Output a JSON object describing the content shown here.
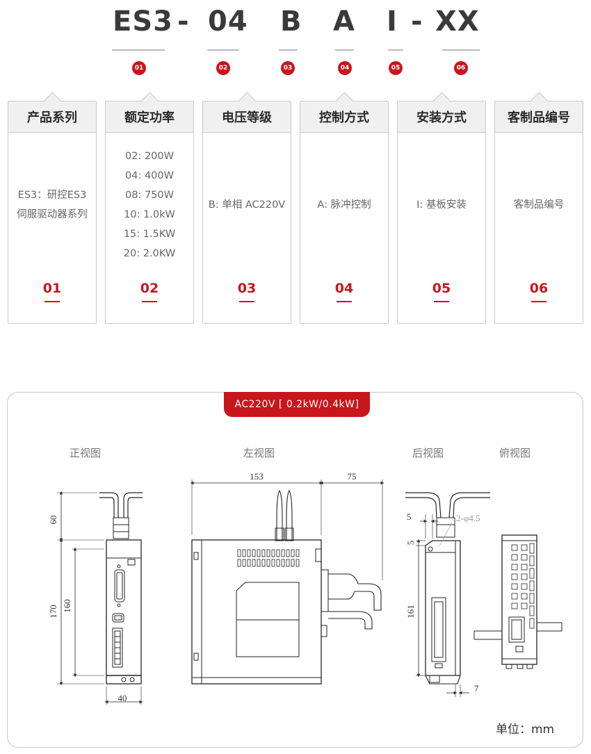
{
  "model_code": {
    "segments": [
      "ES3",
      "04",
      "B",
      "A",
      "I",
      "XX"
    ],
    "dashes": [
      "-",
      "-"
    ],
    "badges": [
      "01",
      "02",
      "03",
      "04",
      "05",
      "06"
    ]
  },
  "cards": [
    {
      "title": "产品系列",
      "lines": [
        "ES3：研控ES3",
        "伺服驱动器系列"
      ],
      "num": "01"
    },
    {
      "title": "额定功率",
      "lines": [
        "02: 200W",
        "04: 400W",
        "08: 750W",
        "10: 1.0kW",
        "15: 1.5KW",
        "20: 2.0KW"
      ],
      "num": "02"
    },
    {
      "title": "电压等级",
      "lines": [
        "B: 单相 AC220V"
      ],
      "num": "03"
    },
    {
      "title": "控制方式",
      "lines": [
        "A: 脉冲控制"
      ],
      "num": "04"
    },
    {
      "title": "安装方式",
      "lines": [
        "I: 基板安装"
      ],
      "num": "05"
    },
    {
      "title": "客制品编号",
      "lines": [
        "客制品编号"
      ],
      "num": "06"
    }
  ],
  "drawing": {
    "tab_title": "AC220V [ 0.2kW/0.4kW]",
    "views": {
      "front": "正视图",
      "left": "左视图",
      "rear": "后视图",
      "top": "俯视图"
    },
    "dimensions": {
      "front_cable": "60",
      "front_total": "170",
      "front_body": "160",
      "front_width": "40",
      "left_depth": "153",
      "left_cable": "75",
      "rear_offset": "5",
      "rear_hole": "2-φ4.5",
      "rear_top": "5",
      "rear_height": "161",
      "rear_bottom": "7"
    },
    "unit_label": "单位：mm"
  }
}
